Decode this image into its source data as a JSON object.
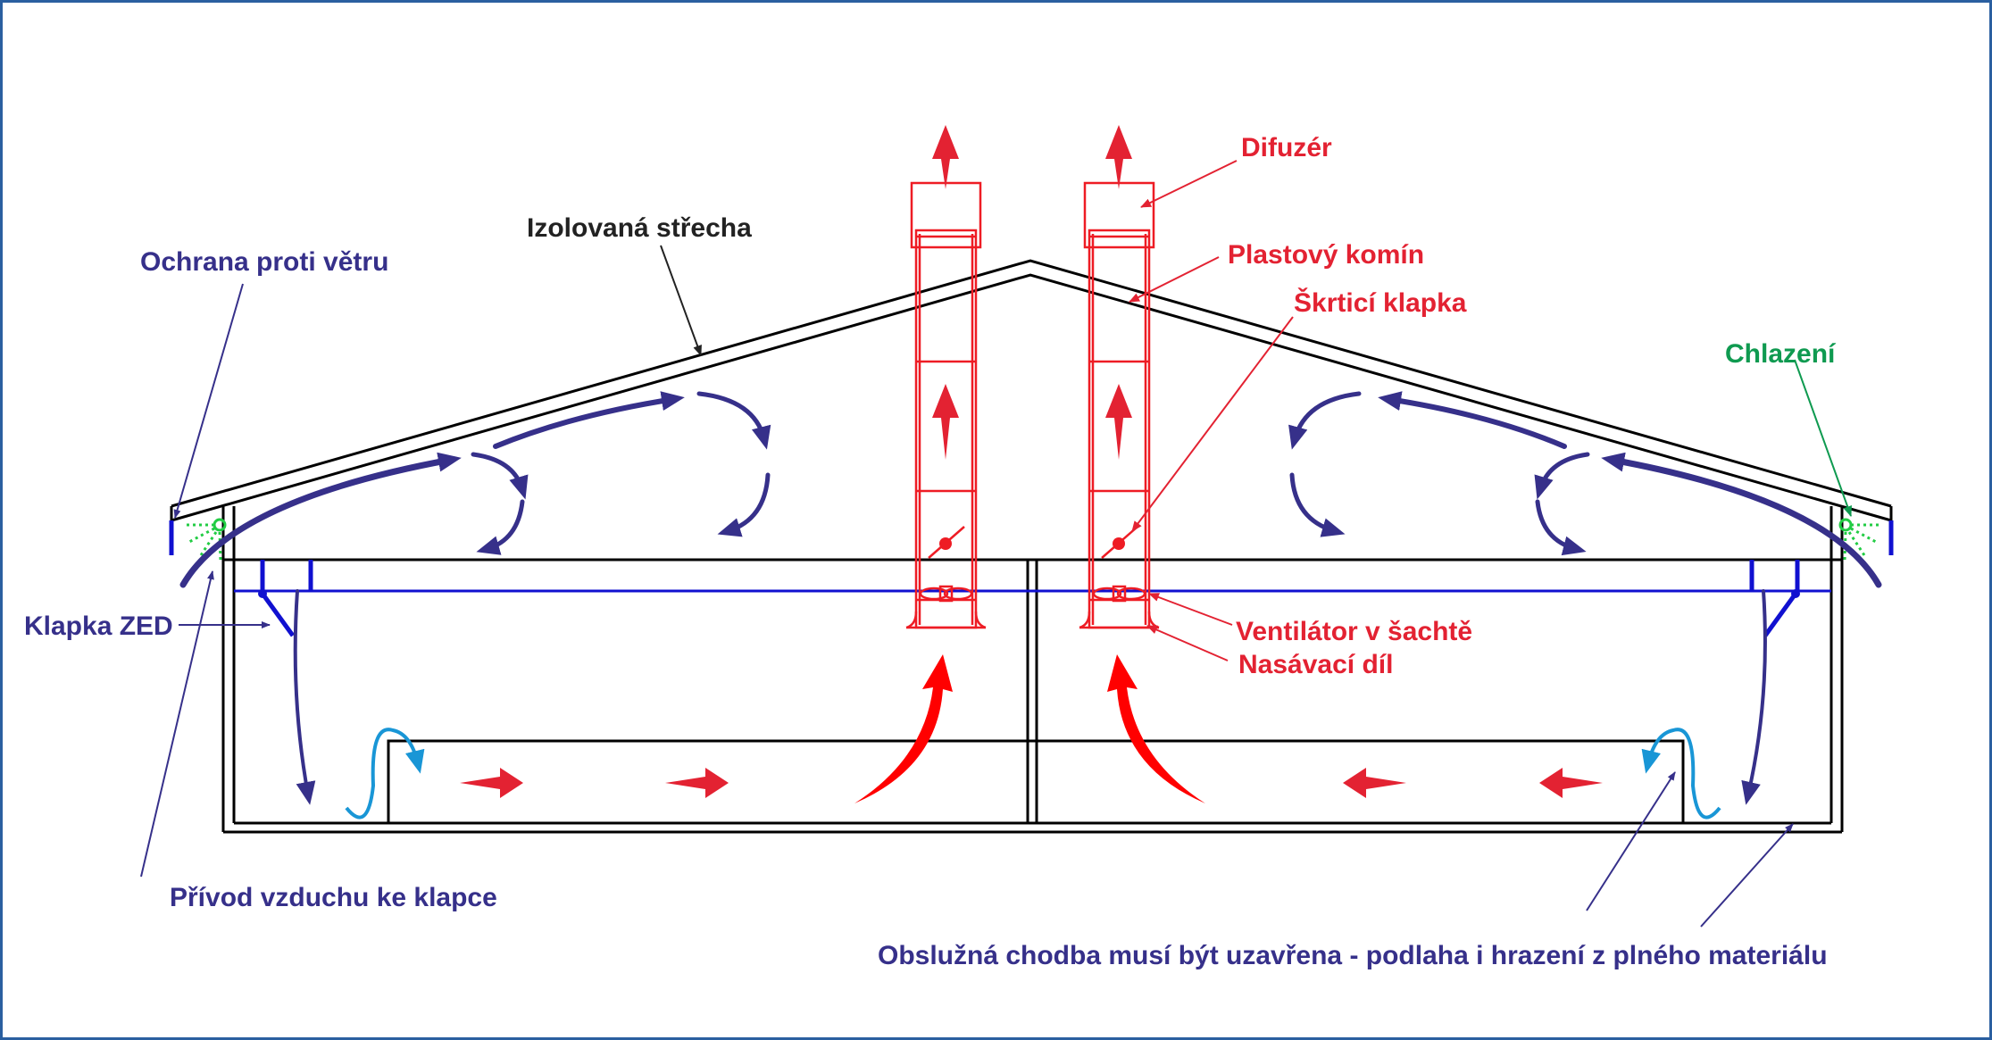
{
  "diagram": {
    "colors": {
      "structure": "#000000",
      "air_flow": "#36308a",
      "chimney": "#ee1c24",
      "flap": "#1010d0",
      "cooling": "#22cc44",
      "mixing_flow": "#1996d6",
      "frame": "#2a5fa0"
    },
    "labels": {
      "wind_protection": "Ochrana proti větru",
      "insulated_roof": "Izolovaná střecha",
      "diffuser": "Difuzér",
      "plastic_chimney": "Plastový komín",
      "throttle_flap": "Škrticí klapka",
      "cooling": "Chlazení",
      "flap_zed": "Klapka ZED",
      "fan_in_shaft": "Ventilátor v šachtě",
      "intake_part": "Nasávací díl",
      "air_supply": "Přívod vzduchu ke klapce",
      "corridor_note": "Obslužná chodba musí být uzavřena - podlaha i hrazení z plného materiálu"
    }
  }
}
